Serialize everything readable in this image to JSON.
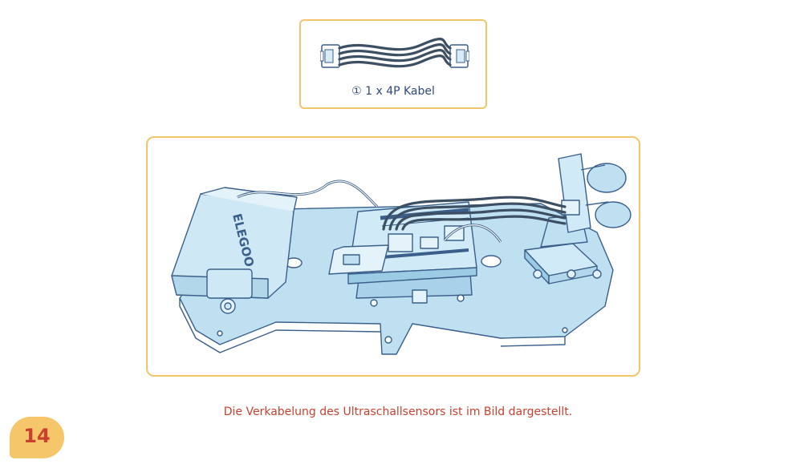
{
  "parts": {
    "label": "① 1 x 4P Kabel",
    "icon": "4p-cable-icon"
  },
  "assembly": {
    "icon": "robot-car-ultrasonic-assembly-illustration",
    "battery_logo": "ELEGOO"
  },
  "caption": "Die Verkabelung des Ultraschallsensors ist im Bild dargestellt.",
  "page_number": "14",
  "colors": {
    "box_border": "#f3c56a",
    "caption_text": "#c9412e",
    "badge_fill": "#f6c66a",
    "illustration_fill": "#bfe0f1",
    "illustration_stroke": "#3a5f8a",
    "cable": "#3d4f63"
  }
}
